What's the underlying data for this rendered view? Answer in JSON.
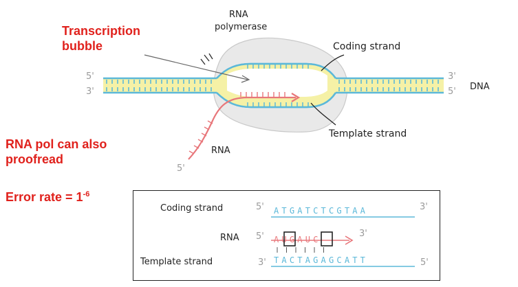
{
  "diagram": {
    "labels": {
      "rna_polymerase_line1": "RNA",
      "rna_polymerase_line2": "polymerase",
      "coding_strand": "Coding strand",
      "template_strand": "Template strand",
      "dna": "DNA",
      "rna": "RNA",
      "end_5_left_top": "5'",
      "end_3_left_bottom": "3'",
      "end_3_right_top": "3'",
      "end_5_right_bottom": "5'",
      "end_5_rna_tail": "5'"
    },
    "colors": {
      "dna_strand": "#5bb8d9",
      "base_pair_fill": "#f5f1a6",
      "rna": "#e8767a",
      "polymerase": "#e8e8e8",
      "annotation_red": "#e0211c"
    }
  },
  "annotations": {
    "transcription_bubble_line1": "Transcription",
    "transcription_bubble_line2": "bubble",
    "proofread_line1": "RNA pol can also",
    "proofread_line2": "proofread",
    "error_rate_base": "Error rate = 1",
    "error_rate_exp": "-6"
  },
  "sequence_box": {
    "coding_label": "Coding strand",
    "coding_5": "5'",
    "coding_seq": "ATGATCTCGTAA",
    "coding_3": "3'",
    "rna_label": "RNA",
    "rna_5": "5'",
    "rna_seq": "AUGAUC",
    "rna_3": "3'",
    "template_label": "Template strand",
    "template_3": "3'",
    "template_seq": "TACTAGAGCATT",
    "template_5": "5'"
  }
}
